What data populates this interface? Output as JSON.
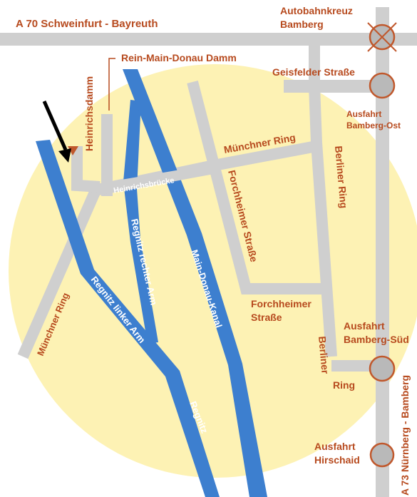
{
  "colors": {
    "background": "#ffffff",
    "area": "#fdf2b4",
    "road": "#cfcfcf",
    "water": "#3d7fcf",
    "label": "#b74a1e",
    "junction_fill": "#b9b9b9",
    "junction_ring": "#c0582c",
    "arrow": "#000000",
    "street_label_white": "#ffffff"
  },
  "labels": {
    "a70": "A 70 Schweinfurt - Bayreuth",
    "kreuz_line1": "Autobahnkreuz",
    "kreuz_line2": "Bamberg",
    "damm": "Rein-Main-Donau Damm",
    "heinrichsdamm": "Heinrichsdamm",
    "geisfelder": "Geisfelder Straße",
    "ausfahrt_ost_1": "Ausfahrt",
    "ausfahrt_ost_2": "Bamberg-Ost",
    "muenchner_ring_top": "Münchner Ring",
    "berliner_ring_right": "Berliner Ring",
    "heinrichsbruecke": "Heinrichsbrücke",
    "forchheimer_vertical": "Forchheimer Straße",
    "forchheimer_1": "Forchheimer",
    "forchheimer_2": "Straße",
    "regnitz_rechter": "Regnitz rechter Arm",
    "main_donau": "Main-Donau-Kanal",
    "regnitz_linker": "Regnitz linker Arm",
    "regnitz": "Regnitz",
    "muenchner_ring_left": "Münchner Ring",
    "ausfahrt_sued_1": "Ausfahrt",
    "ausfahrt_sued_2": "Bamberg-Süd",
    "berliner_1": "Berliner",
    "berliner_2": "Ring",
    "a73": "A 73 Nürnberg - Bamberg",
    "hirschaid_1": "Ausfahrt",
    "hirschaid_2": "Hirschaid"
  }
}
